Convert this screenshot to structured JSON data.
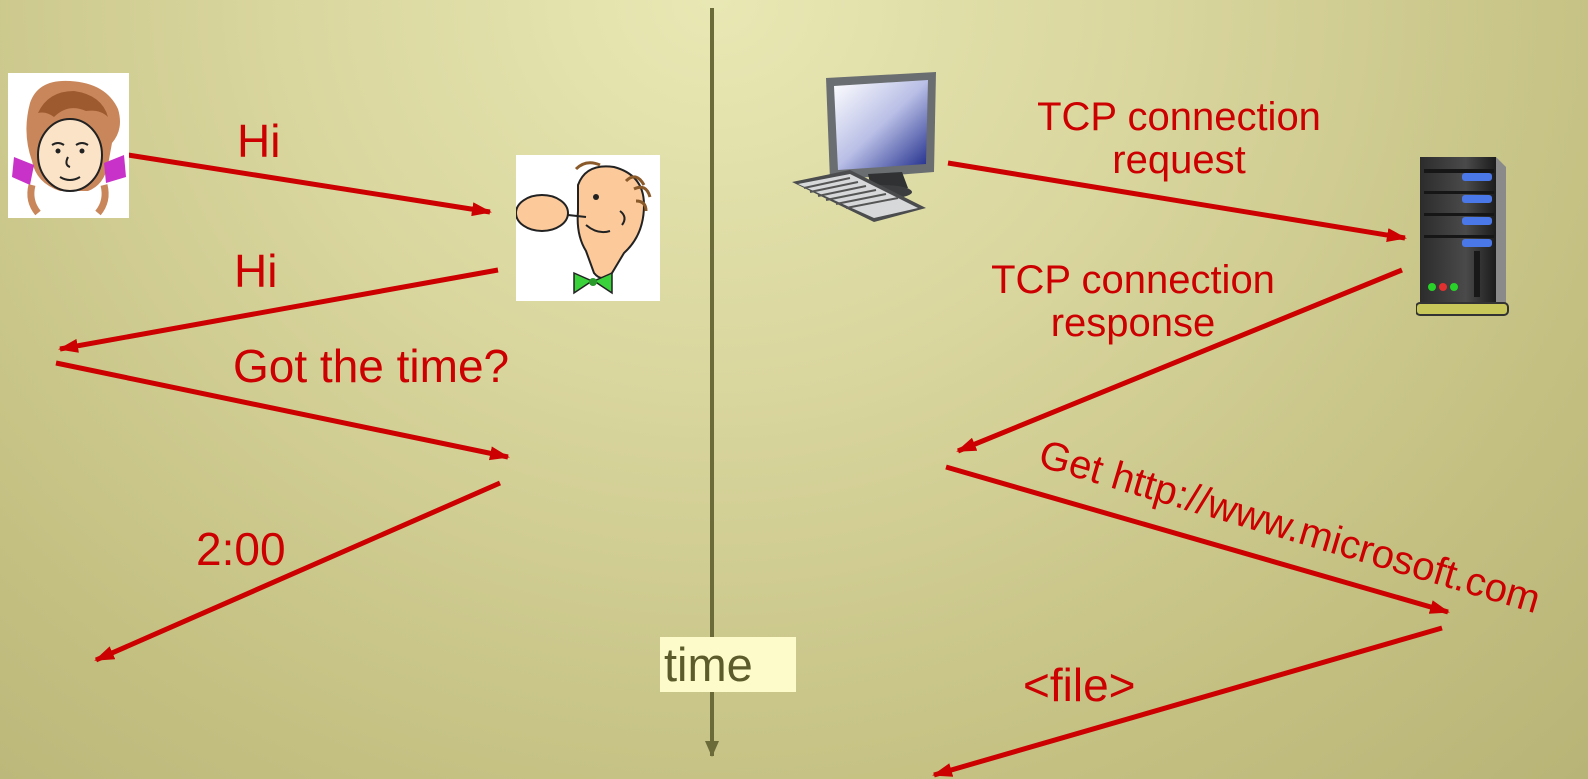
{
  "human_protocol": {
    "msg_hi_1": "Hi",
    "msg_hi_2": "Hi",
    "msg_got_time": "Got the time?",
    "msg_time_reply": "2:00"
  },
  "network_protocol": {
    "msg_request_line1": "TCP connection",
    "msg_request_line2": "request",
    "msg_response_line1": "TCP connection",
    "msg_response_line2": "response",
    "msg_get": "Get http://www.microsoft.com",
    "msg_file": "<file>"
  },
  "timeline": {
    "label": "time"
  },
  "colors": {
    "arrow": "#cc0000",
    "timeline": "#6b6b3a",
    "background": "#d9d69e"
  },
  "icons": [
    "woman-icon",
    "man-icon",
    "computer-icon",
    "server-icon"
  ]
}
